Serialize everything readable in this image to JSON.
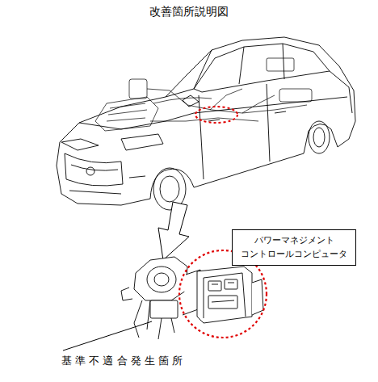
{
  "diagram": {
    "title": "改善箇所説明図",
    "nodes": [
      {
        "text": [
          "パワーマネジメント コントロールコンピュータ"
        ]
      }
    ],
    "labels": [
      "基 準 不 適 合 発 生 箇 所"
    ]
  }
}
